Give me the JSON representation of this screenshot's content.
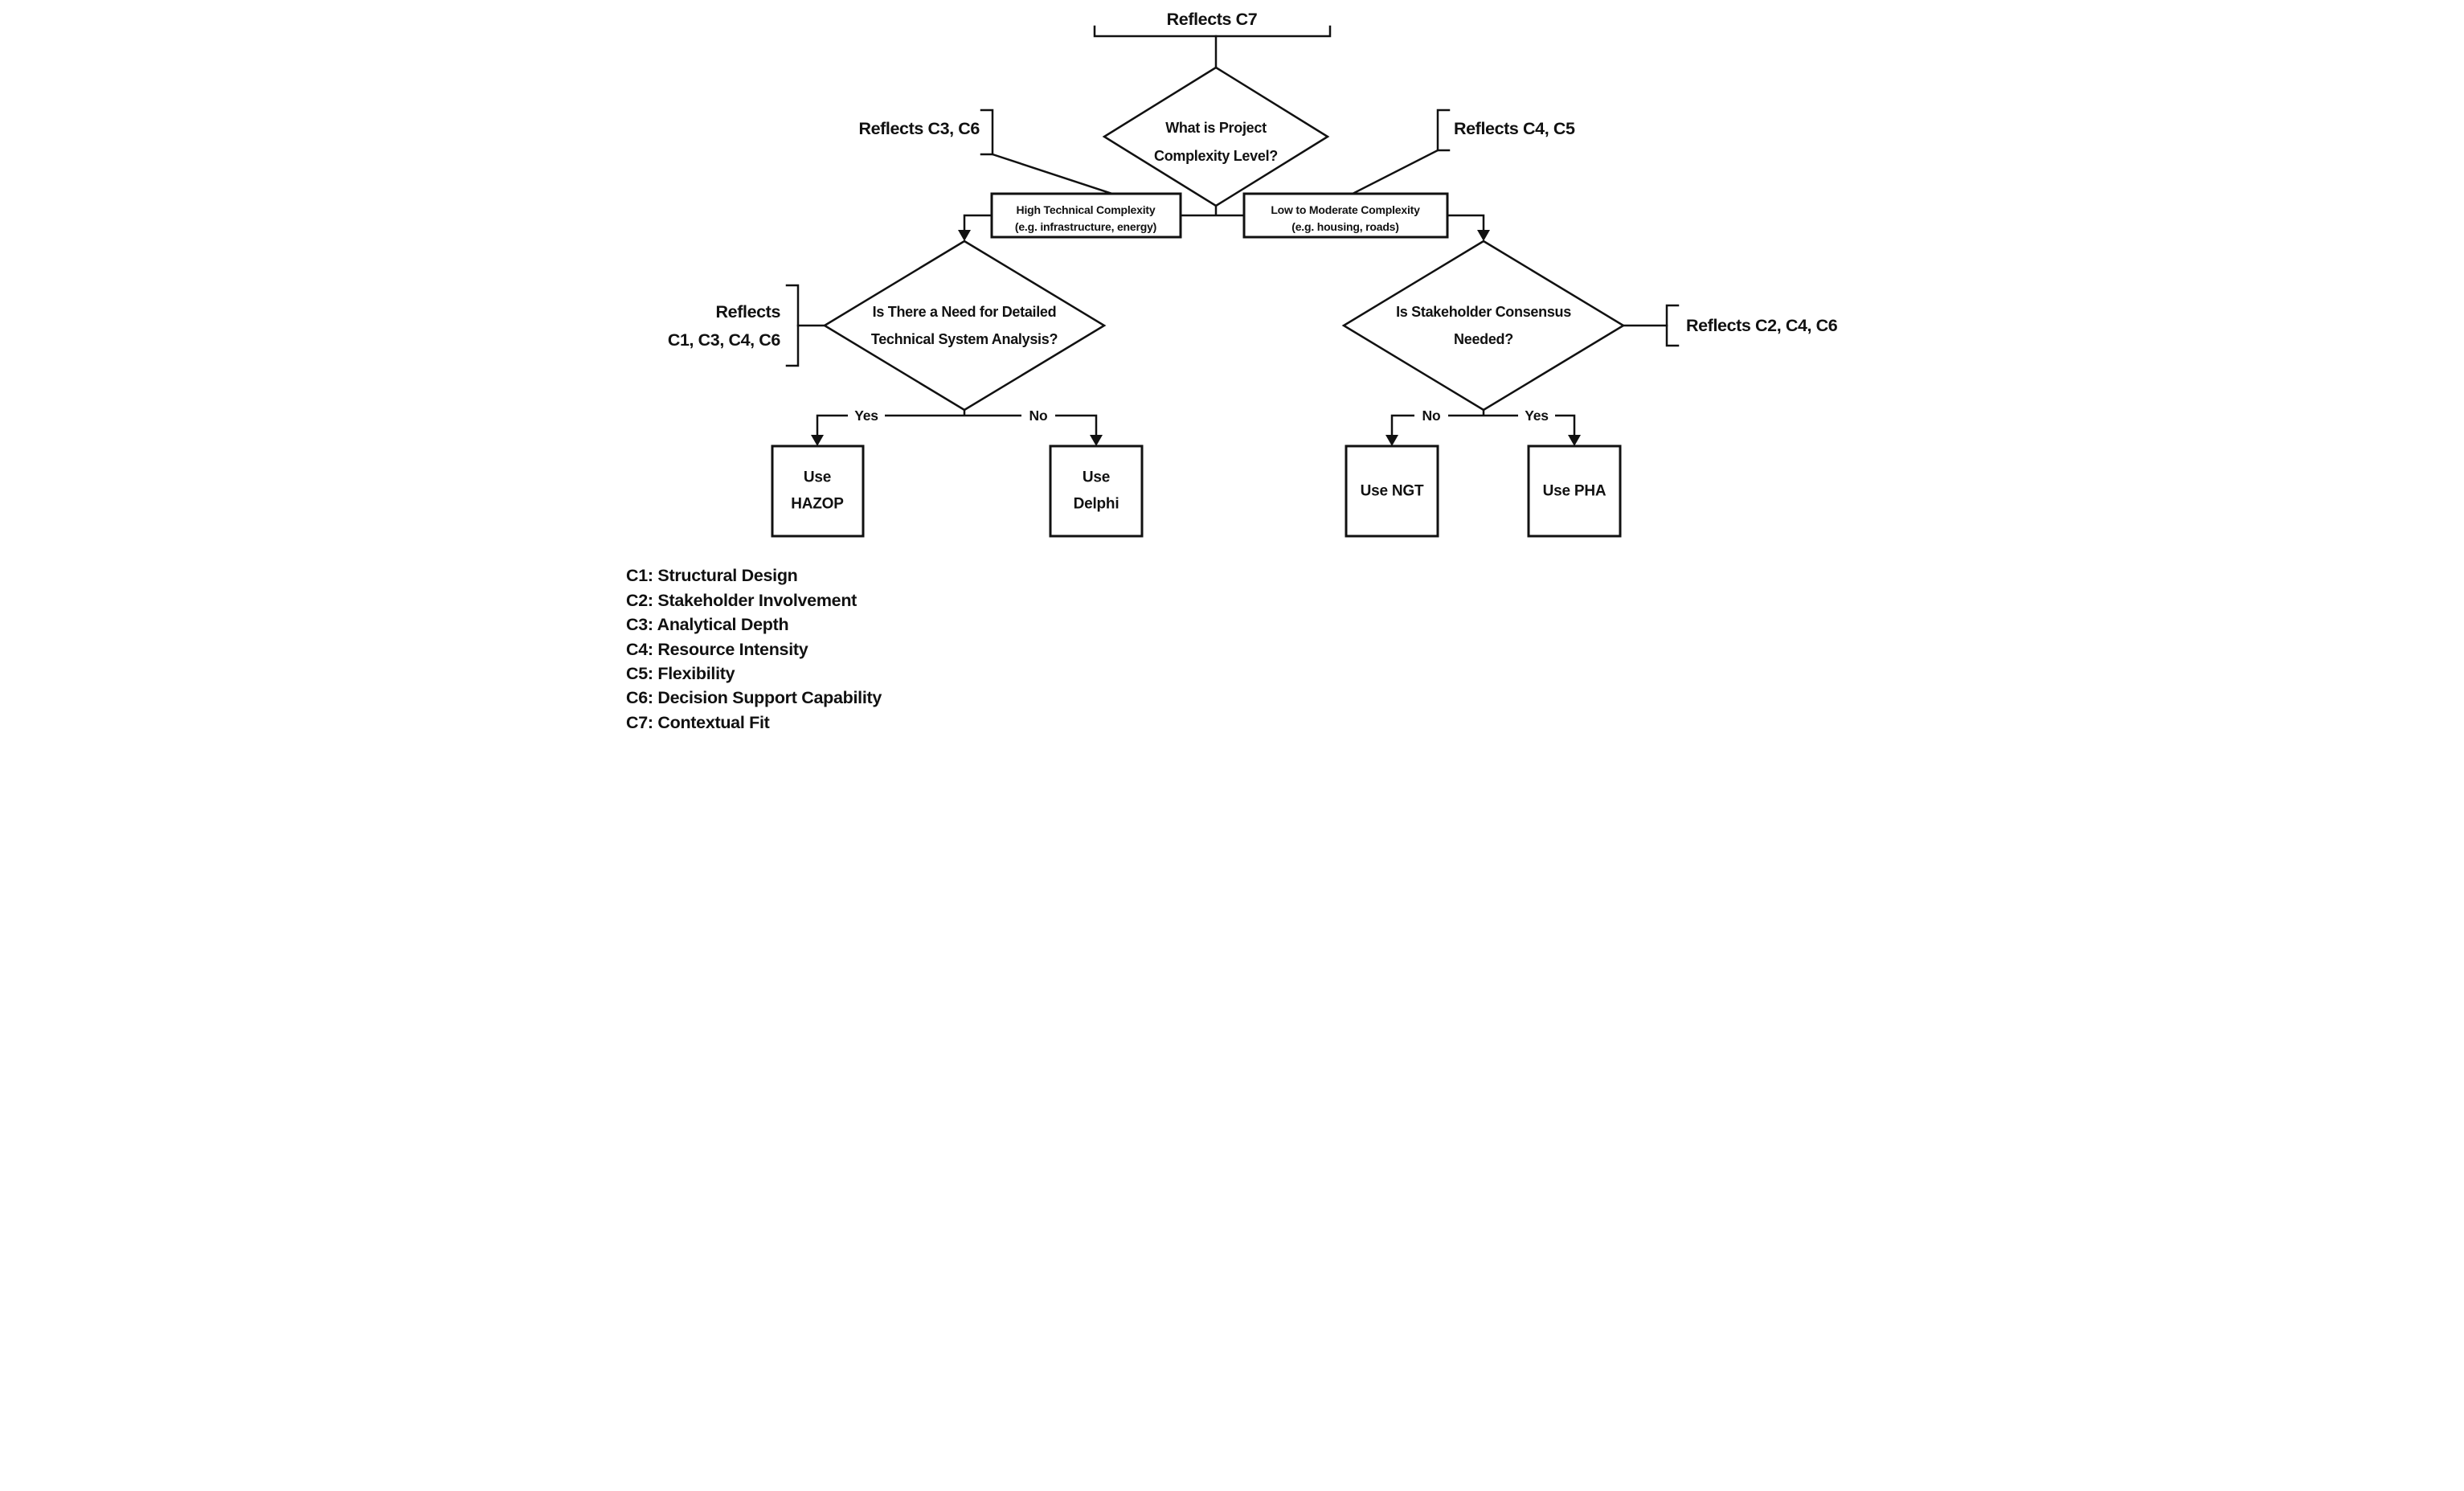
{
  "colors": {
    "ink": "#111111",
    "background": "#ffffff"
  },
  "flowchart": {
    "top_annotation": "Reflects C7",
    "root_decision": {
      "line1": "What is Project",
      "line2": "Complexity Level?"
    },
    "left_path_annotation": "Reflects C3, C6",
    "right_path_annotation": "Reflects C4, C5",
    "high_complexity_box": {
      "line1": "High Technical Complexity",
      "line2": "(e.g. infrastructure, energy)"
    },
    "low_complexity_box": {
      "line1": "Low to Moderate Complexity",
      "line2": "(e.g. housing, roads)"
    },
    "left_decision": {
      "line1": "Is There a Need for Detailed",
      "line2": "Technical System Analysis?",
      "annotation_line1": "Reflects",
      "annotation_line2": "C1, C3, C4, C6",
      "yes_label": "Yes",
      "no_label": "No"
    },
    "right_decision": {
      "line1": "Is Stakeholder Consensus",
      "line2": "Needed?",
      "annotation": "Reflects C2, C4, C6",
      "no_label": "No",
      "yes_label": "Yes"
    },
    "outcomes": {
      "hazop": {
        "line1": "Use",
        "line2": "HAZOP"
      },
      "delphi": {
        "line1": "Use",
        "line2": "Delphi"
      },
      "ngt": "Use NGT",
      "pha": "Use PHA"
    }
  },
  "legend": {
    "items": [
      "C1: Structural Design",
      "C2: Stakeholder Involvement",
      "C3: Analytical Depth",
      "C4: Resource Intensity",
      "C5: Flexibility",
      "C6: Decision Support Capability",
      "C7: Contextual Fit"
    ]
  }
}
